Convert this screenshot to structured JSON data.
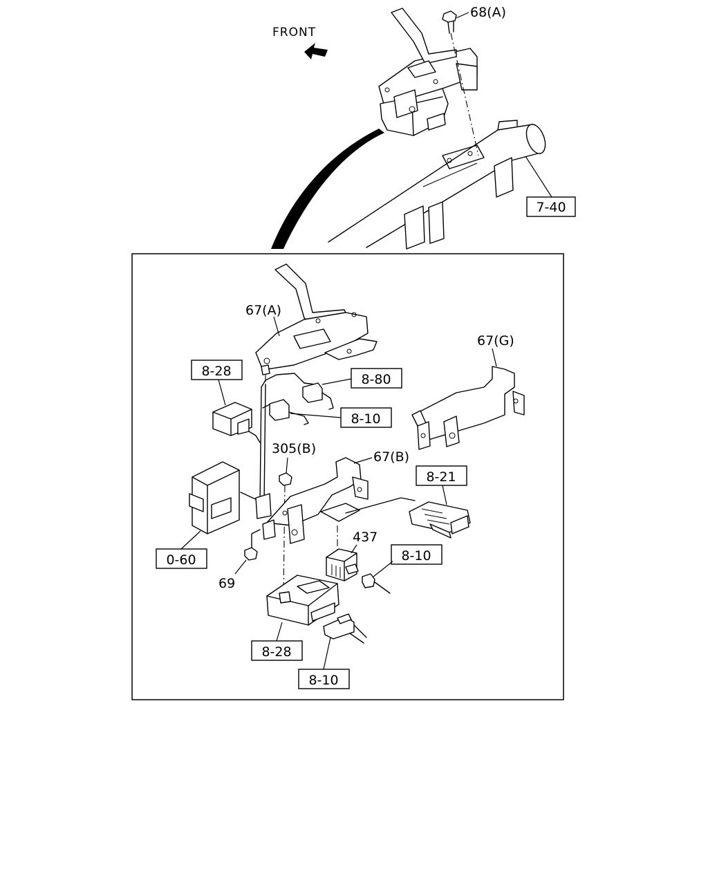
{
  "direction": {
    "label": "FRONT",
    "icon": "arrow-front-icon"
  },
  "callouts": {
    "c68a": "68(A)",
    "c740": "7-40",
    "c67a": "67(A)",
    "c67g": "67(G)",
    "c828a": "8-28",
    "c880": "8-80",
    "c810a": "8-10",
    "c305b": "305(B)",
    "c67b": "67(B)",
    "c821": "8-21",
    "c437": "437",
    "c810b": "8-10",
    "c060": "0-60",
    "c69": "69",
    "c828b": "8-28",
    "c810c": "8-10"
  }
}
